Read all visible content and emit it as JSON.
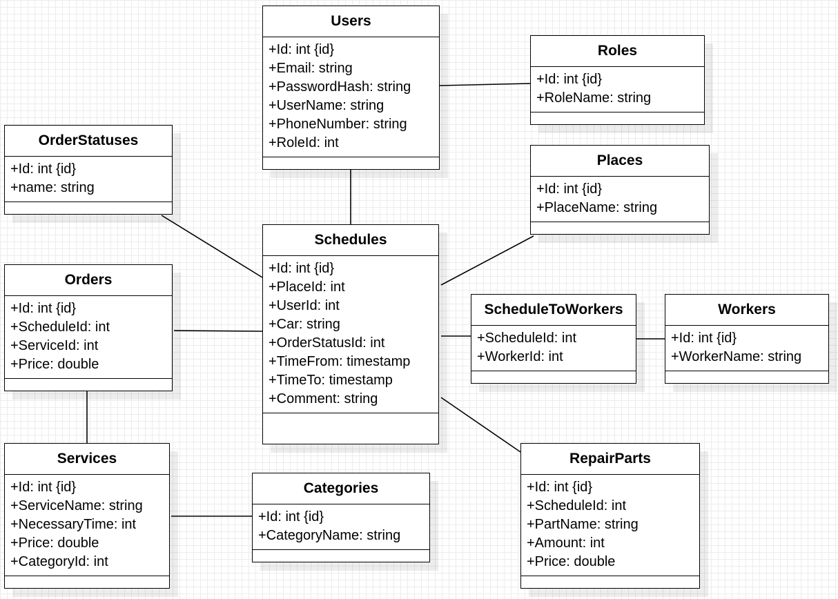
{
  "diagram": {
    "classes": [
      {
        "id": "users",
        "name": "Users",
        "attributes": [
          "+Id: int {id}",
          "+Email: string",
          "+PasswordHash: string",
          "+UserName: string",
          "+PhoneNumber: string",
          "+RoleId: int"
        ]
      },
      {
        "id": "roles",
        "name": "Roles",
        "attributes": [
          "+Id: int {id}",
          "+RoleName: string"
        ]
      },
      {
        "id": "orderstatuses",
        "name": "OrderStatuses",
        "attributes": [
          "+Id: int {id}",
          "+name: string"
        ]
      },
      {
        "id": "places",
        "name": "Places",
        "attributes": [
          "+Id: int {id}",
          "+PlaceName: string"
        ]
      },
      {
        "id": "schedules",
        "name": "Schedules",
        "attributes": [
          "+Id: int {id}",
          "+PlaceId: int",
          "+UserId: int",
          "+Car: string",
          "+OrderStatusId: int",
          "+TimeFrom: timestamp",
          "+TimeTo: timestamp",
          "+Comment: string"
        ]
      },
      {
        "id": "orders",
        "name": "Orders",
        "attributes": [
          "+Id: int {id}",
          "+ScheduleId: int",
          "+ServiceId: int",
          "+Price: double"
        ]
      },
      {
        "id": "scheduletoworkers",
        "name": "ScheduleToWorkers",
        "attributes": [
          "+ScheduleId: int",
          "+WorkerId: int"
        ]
      },
      {
        "id": "workers",
        "name": "Workers",
        "attributes": [
          "+Id: int {id}",
          "+WorkerName: string"
        ]
      },
      {
        "id": "services",
        "name": "Services",
        "attributes": [
          "+Id: int {id}",
          "+ServiceName: string",
          "+NecessaryTime: int",
          "+Price: double",
          "+CategoryId: int"
        ]
      },
      {
        "id": "categories",
        "name": "Categories",
        "attributes": [
          "+Id: int {id}",
          "+CategoryName: string"
        ]
      },
      {
        "id": "repairparts",
        "name": "RepairParts",
        "attributes": [
          "+Id: int {id}",
          "+ScheduleId: int",
          "+PartName: string",
          "+Amount: int",
          "+Price: double"
        ]
      }
    ],
    "associations": [
      {
        "from": "users",
        "to": "roles"
      },
      {
        "from": "users",
        "to": "schedules"
      },
      {
        "from": "orderstatuses",
        "to": "schedules"
      },
      {
        "from": "places",
        "to": "schedules"
      },
      {
        "from": "orders",
        "to": "schedules"
      },
      {
        "from": "schedules",
        "to": "scheduletoworkers"
      },
      {
        "from": "scheduletoworkers",
        "to": "workers"
      },
      {
        "from": "schedules",
        "to": "repairparts"
      },
      {
        "from": "orders",
        "to": "services"
      },
      {
        "from": "services",
        "to": "categories"
      }
    ]
  }
}
